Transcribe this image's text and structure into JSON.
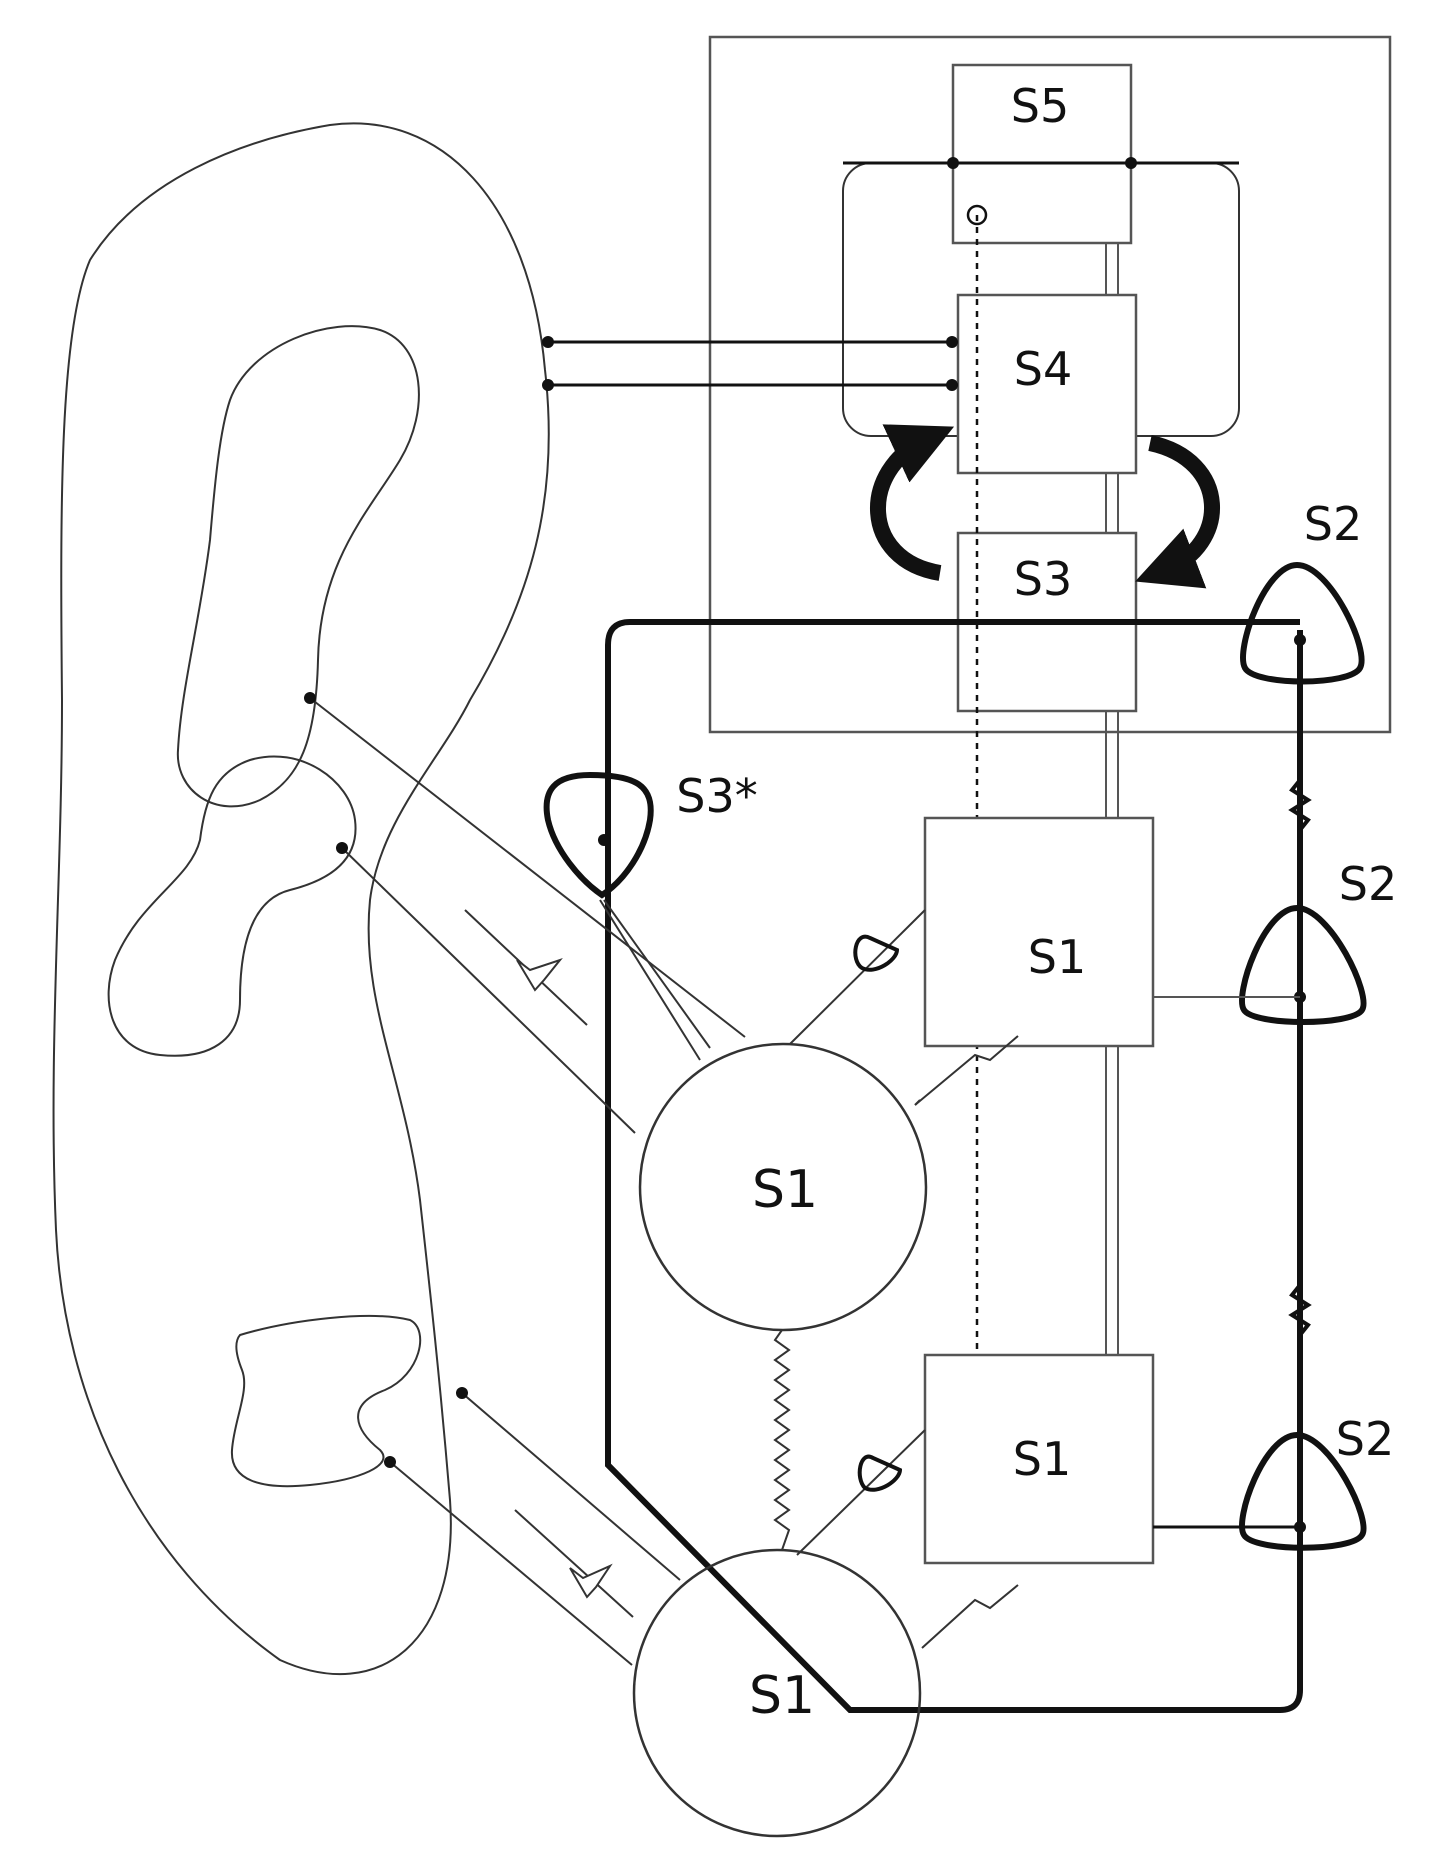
{
  "labels": {
    "s5": "S5",
    "s4": "S4",
    "s3": "S3",
    "s3_star": "S3*",
    "s2_top": "S2",
    "s2_mid": "S2",
    "s2_bottom": "S2",
    "s1_box_upper": "S1",
    "s1_box_lower": "S1",
    "s1_circle_upper": "S1",
    "s1_circle_lower": "S1"
  },
  "colors": {
    "stroke": "#111111",
    "background": "#ffffff"
  }
}
